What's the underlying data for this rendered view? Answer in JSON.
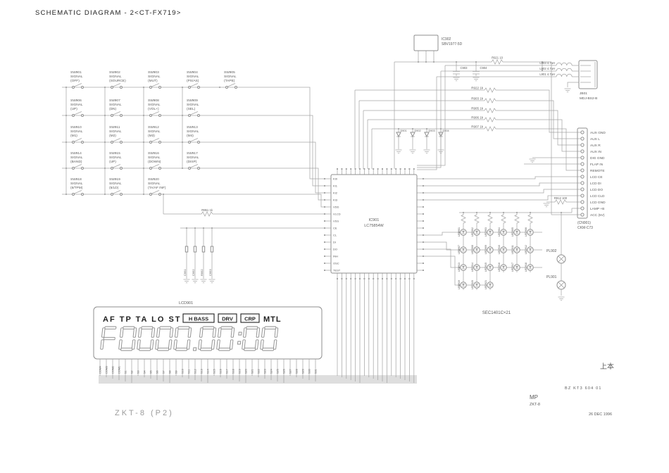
{
  "title": "SCHEMATIC  DIAGRAM - 2<CT-FX719>",
  "colors": {
    "line": "#a6a6a6",
    "text": "#5a5a5a",
    "dark": "#1e1e1e",
    "component": "#8f8f8f",
    "segment": "#8d8d8d"
  },
  "switch_common_label": "SIGNAL",
  "switch_rows": [
    {
      "items": [
        {
          "ref": "SW901",
          "func": "(OFF)"
        },
        {
          "ref": "SW902",
          "func": "(SOURCE)"
        },
        {
          "ref": "SW903",
          "func": "(MUT)"
        },
        {
          "ref": "SW904",
          "func": "(PS/AS)"
        },
        {
          "ref": "SW905",
          "func": "(TAPE)"
        }
      ]
    },
    {
      "items": [
        {
          "ref": "SW906",
          "func": "(UP)"
        },
        {
          "ref": "SW907",
          "func": "(DN)"
        },
        {
          "ref": "SW908",
          "func": "(VOL+)"
        },
        {
          "ref": "SW909",
          "func": "(SEL)"
        }
      ]
    },
    {
      "items": [
        {
          "ref": "SW910",
          "func": "(M1)"
        },
        {
          "ref": "SW911",
          "func": "(M2)"
        },
        {
          "ref": "SW912",
          "func": "(M3)"
        },
        {
          "ref": "SW913",
          "func": "(M4)"
        }
      ]
    },
    {
      "items": [
        {
          "ref": "SW914",
          "func": "(BAND)"
        },
        {
          "ref": "SW915",
          "func": "(UP)"
        },
        {
          "ref": "SW916",
          "func": "(DOWN)"
        },
        {
          "ref": "SW917",
          "func": "(DISP)"
        }
      ]
    },
    {
      "items": [
        {
          "ref": "SW918",
          "func": "(6/TPM)"
        },
        {
          "ref": "SW919",
          "func": "(5/LD)"
        },
        {
          "ref": "SW920",
          "func": "(TA/AF INF)"
        }
      ]
    }
  ],
  "ic901": {
    "ref": "IC901",
    "part": "LC75854W",
    "left_pins": [
      "KI0",
      "KI1",
      "KI2",
      "KI3",
      "VDD",
      "VLCD",
      "VSS",
      "CE",
      "CL",
      "DI",
      "DO",
      "INH",
      "OSC",
      "TEST"
    ]
  },
  "ic902": {
    "ref": "IC902",
    "part": "SBV1977-5D"
  },
  "cn901": {
    "ref": "(CN901)",
    "part": "CKM-C73",
    "pins": [
      "AUX GND",
      "AUX L",
      "AUX R",
      "AUX IN",
      "DIG GND",
      "FLAP IN",
      "REMOTE",
      "LCD CE",
      "LCD DI",
      "LCD DO",
      "LCD CLD",
      "LCD GND",
      "LAMP +B",
      "ACC (5V)"
    ]
  },
  "jack": {
    "ref": "JB01",
    "part": "MDJ-BS2-B"
  },
  "inductors": [
    {
      "ref": "L903",
      "value": "4.7uH"
    },
    {
      "ref": "L902",
      "value": "4.7uH"
    },
    {
      "ref": "L901",
      "value": "4.7uH"
    }
  ],
  "lamps": [
    {
      "ref": "PL902"
    },
    {
      "ref": "PL901"
    }
  ],
  "led_array": {
    "part": "SEC1401C×21",
    "refs": [
      "LED901",
      "LED902",
      "LED903",
      "LED904",
      "LED905",
      "LED906",
      "LED907",
      "LED908",
      "LED909",
      "LED910",
      "LED911",
      "LED912",
      "LED913",
      "LED914",
      "LED915",
      "LED916",
      "LED917",
      "LED918",
      "LED919",
      "LED920",
      "LED921"
    ]
  },
  "resistor_stack": [
    {
      "ref": "R922",
      "value": "1k"
    },
    {
      "ref": "R903",
      "value": "1k"
    },
    {
      "ref": "R905",
      "value": "1k"
    },
    {
      "ref": "R906",
      "value": "1k"
    },
    {
      "ref": "R907",
      "value": "1k"
    }
  ],
  "misc_parts": {
    "r951": "R951 1k",
    "r921": "R921 10",
    "r912": "R912 100",
    "caps": [
      "C903",
      "C904"
    ],
    "vert_parts": [
      "C951",
      "C952",
      "R952",
      "C953"
    ],
    "diodes": [
      "D901",
      "D902",
      "D903",
      "D904"
    ]
  },
  "lcd": {
    "ref": "LCD901",
    "indicators": "AF TP TA LO ST",
    "boxes": [
      "H BASS",
      "DRV",
      "CRP"
    ],
    "plain": "MTL",
    "display": "F0000.00:00",
    "pins": [
      "COM4",
      "COM3",
      "COM2",
      "COM1",
      "S1",
      "S2",
      "S3",
      "S4",
      "S5",
      "S6",
      "S7",
      "S8",
      "S9",
      "S10",
      "S11",
      "S12",
      "S13",
      "S14",
      "S15",
      "S16",
      "S17",
      "S18",
      "S19",
      "S20",
      "S21",
      "S22",
      "S23",
      "S24",
      "S25",
      "S26",
      "S27",
      "S28",
      "S29",
      "S30",
      "S31"
    ]
  },
  "footer": {
    "board": "ZKT-8  (P2)",
    "mp": "MP",
    "mp_sub": "ZKT-8",
    "code": "BZ  KT3  604  01",
    "date": "26 DEC 1996",
    "stamp": "上本"
  }
}
